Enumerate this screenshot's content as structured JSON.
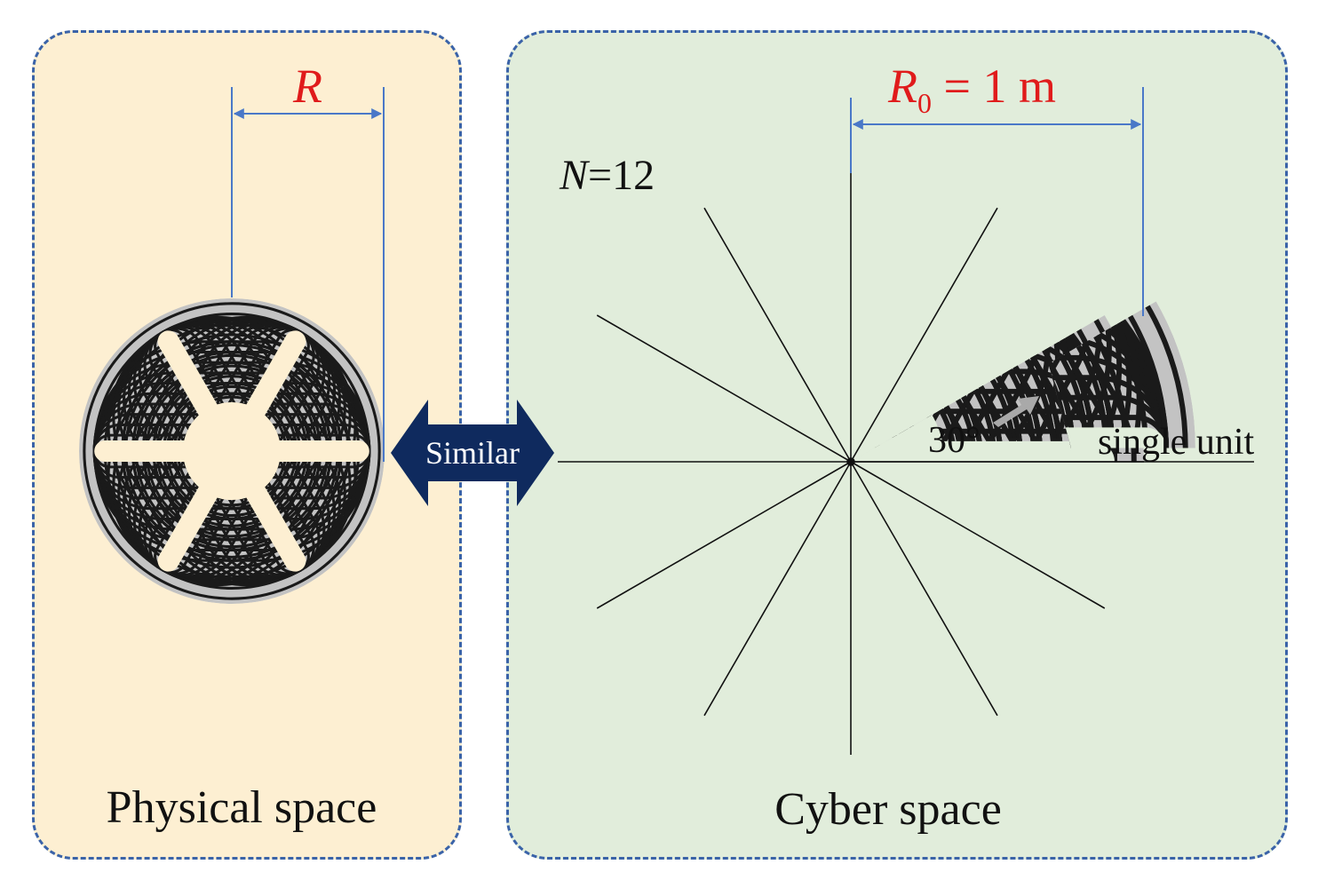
{
  "panels": {
    "physical": {
      "caption": "Physical space",
      "color": "#fdefd2"
    },
    "cyber": {
      "caption": "Cyber space",
      "color": "#e1eddb"
    }
  },
  "labels": {
    "r_physical": "R",
    "r0_symbol": "R",
    "r0_subscript": "0",
    "r0_value": " = 1 m",
    "n_symbol": "N",
    "n_value": "=12",
    "angle": "30°",
    "single_unit": "single unit",
    "similar": "Similar"
  },
  "colors": {
    "border": "#3a63a8",
    "dimension_line": "#4a78c8",
    "label_red": "#e01b1b",
    "arrow_navy": "#0f2a5e",
    "pattern_fill": "#c3c3c3",
    "pattern_stroke": "#1a1a1a"
  },
  "pattern": {
    "sectors": 12,
    "arms": 6,
    "rings": 10
  }
}
